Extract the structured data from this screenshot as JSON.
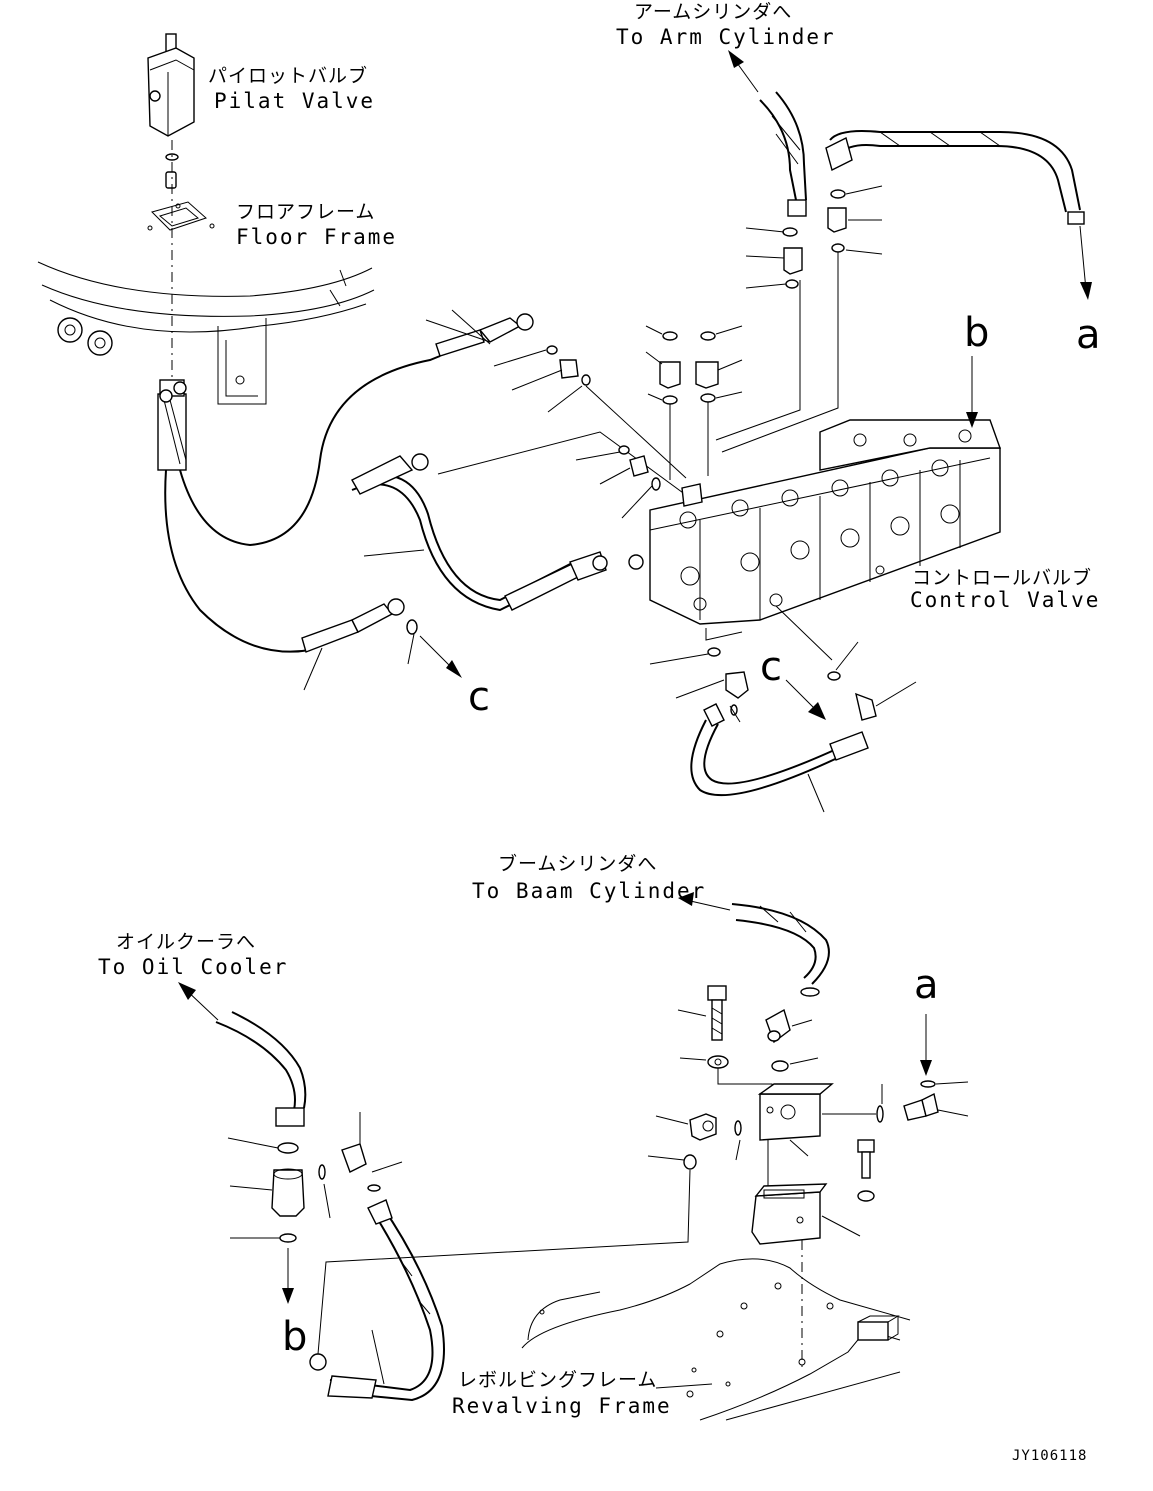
{
  "labels": {
    "pilot_valve_jp": "パイロットバルブ",
    "pilot_valve_en": "Pilat Valve",
    "floor_frame_jp": "フロアフレーム",
    "floor_frame_en": "Floor Frame",
    "arm_cylinder_jp": "アームシリンダへ",
    "arm_cylinder_en": "To Arm Cylinder",
    "control_valve_jp": "コントロールバルブ",
    "control_valve_en": "Control Valve",
    "boom_cylinder_jp": "ブームシリンダへ",
    "boom_cylinder_en": "To Baam Cylinder",
    "oil_cooler_jp": "オイルクーラへ",
    "oil_cooler_en": "To Oil Cooler",
    "revolving_frame_jp": "レボルビングフレーム",
    "revolving_frame_en": "Revalving Frame"
  },
  "connection_marks": {
    "a_top": "a",
    "b_top": "b",
    "c_left": "c",
    "c_right": "c",
    "a_bottom": "a",
    "b_bottom": "b"
  },
  "drawing_code": "JY106118"
}
